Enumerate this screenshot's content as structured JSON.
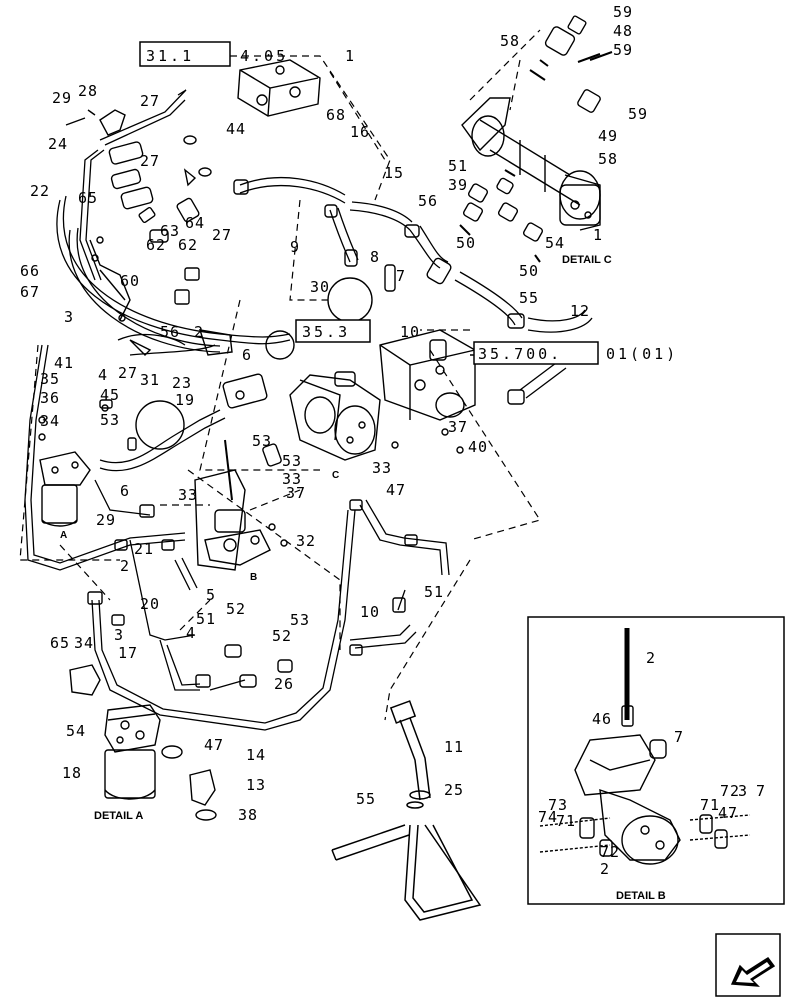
{
  "references": {
    "ref_31_1": {
      "box": "31.1",
      "suffix": "4.05"
    },
    "ref_35_3": {
      "box": "35.3"
    },
    "ref_35_700": {
      "box": "35.700.",
      "suffix": "01(01)"
    }
  },
  "captions": {
    "detail_a": "DETAIL A",
    "detail_b": "DETAIL B",
    "detail_c": "DETAIL C"
  },
  "point_labels": {
    "a": "A",
    "b": "B",
    "c": "C"
  },
  "callouts": [
    "59",
    "48",
    "59",
    "58",
    "1",
    "29",
    "28",
    "27",
    "68",
    "44",
    "16",
    "24",
    "27",
    "15",
    "22",
    "65",
    "63",
    "62",
    "62",
    "27",
    "64",
    "9",
    "8",
    "7",
    "51",
    "39",
    "56",
    "58",
    "49",
    "59",
    "50",
    "54",
    "1",
    "50",
    "55",
    "12",
    "66",
    "67",
    "60",
    "30",
    "3",
    "56",
    "2",
    "6",
    "10",
    "41",
    "4",
    "35",
    "36",
    "45",
    "27",
    "31",
    "23",
    "19",
    "34",
    "53",
    "53",
    "53",
    "33",
    "33",
    "37",
    "40",
    "6",
    "33",
    "37",
    "47",
    "29",
    "32",
    "21",
    "2",
    "5",
    "20",
    "10",
    "51",
    "52",
    "51",
    "53",
    "3",
    "17",
    "4",
    "52",
    "26",
    "65",
    "34",
    "54",
    "47",
    "18",
    "14",
    "11",
    "25",
    "13",
    "55",
    "38",
    "2",
    "46",
    "7",
    "74",
    "73",
    "71",
    "72",
    "71",
    "47",
    "3",
    "7",
    "72",
    "2"
  ],
  "icons": {
    "nav": "back-arrow-icon"
  }
}
